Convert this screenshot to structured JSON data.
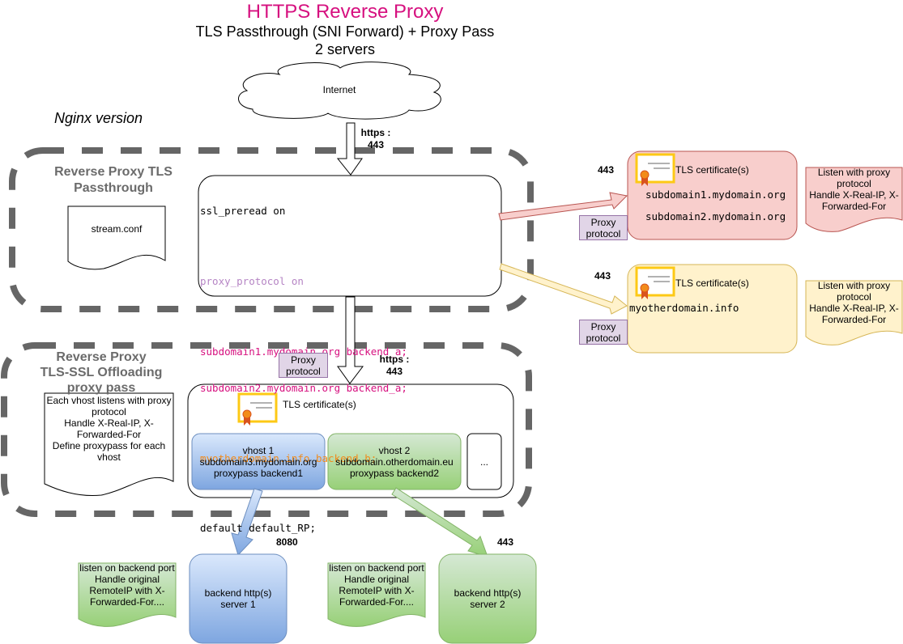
{
  "header": {
    "title": "HTTPS Reverse Proxy",
    "subtitle": "TLS Passthrough (SNI Forward) + Proxy Pass",
    "subtitle2": "2 servers",
    "version_label": "Nginx version"
  },
  "internet": {
    "label": "Internet"
  },
  "arrow_labels": {
    "https_top_1": "https :",
    "https_top_2": "443",
    "https_mid_1": "https :",
    "https_mid_2": "443",
    "port_red": "443",
    "port_yellow": "443",
    "port_backend1": "8080",
    "port_backend2": "443"
  },
  "passthrough_group": {
    "title_line1": "Reverse Proxy TLS",
    "title_line2": "Passthrough",
    "doc_label": "stream.conf",
    "config_lines": [
      {
        "text": "ssl_preread on",
        "color": "#000000"
      },
      {
        "text": "proxy_protocol on",
        "color": "#b584c4"
      },
      {
        "text": "subdomain1.mydomain.org backend_a;",
        "color": "#d6107f"
      },
      {
        "text": "subdomain2.mydomain.org backend_a;",
        "color": "#d6107f"
      },
      {
        "text": "myotherdomain.info backend_b;",
        "color": "#f08a1c"
      },
      {
        "text": "default default_RP;",
        "color": "#000000"
      }
    ]
  },
  "red_server": {
    "cert_label": "TLS certificate(s)",
    "domains": [
      "subdomain1.mydomain.org",
      "subdomain2.mydomain.org"
    ],
    "proxy_tag_1": "Proxy",
    "proxy_tag_2": "protocol",
    "note": [
      "Listen with proxy",
      "protocol",
      "Handle X-Real-IP, X-",
      "Forwarded-For"
    ],
    "fill": "#f8cecc",
    "stroke": "#b85450"
  },
  "yellow_server": {
    "cert_label": "TLS certificate(s)",
    "domains": [
      "myotherdomain.info"
    ],
    "proxy_tag_1": "Proxy",
    "proxy_tag_2": "protocol",
    "note": [
      "Listen with proxy",
      "protocol",
      "Handle X-Real-IP, X-",
      "Forwarded-For"
    ],
    "fill": "#fff2cc",
    "stroke": "#d6b656"
  },
  "offloading_group": {
    "title_line1": "Reverse Proxy",
    "title_line2": "TLS-SSL Offloading",
    "title_line3": "proxy pass",
    "proxy_tag_1": "Proxy",
    "proxy_tag_2": "protocol",
    "note": [
      "Each vhost listens with proxy",
      "protocol",
      "Handle X-Real-IP, X-",
      "Forwarded-For",
      "Define proxypass for each",
      "vhost"
    ],
    "cert_label": "TLS certificate(s)",
    "vhosts": [
      {
        "name": "vhost 1",
        "domain": "subdomain3.mydomain.org",
        "pass": "proxypass backend1"
      },
      {
        "name": "vhost 2",
        "domain": "subdomain.otherdomain.eu",
        "pass": "proxypass backend2"
      }
    ],
    "more_label": "..."
  },
  "backends": [
    {
      "line1": "backend http(s)",
      "line2": "server 1",
      "note": [
        "listen on backend port",
        "Handle original",
        "RemoteIP with X-",
        "Forwarded-For...."
      ]
    },
    {
      "line1": "backend http(s)",
      "line2": "server 2",
      "note": [
        "listen on backend port",
        "Handle original",
        "RemoteIP with X-",
        "Forwarded-For...."
      ]
    }
  ],
  "colors": {
    "accent": "#d6107f",
    "dashed_border": "#666666",
    "proxy_tag_fill": "#e1d5e7",
    "blue_fill_top": "#dae8fc",
    "blue_fill_bottom": "#7ea6e0",
    "green_fill_top": "#d5e8d4",
    "green_fill_bottom": "#97d077"
  }
}
